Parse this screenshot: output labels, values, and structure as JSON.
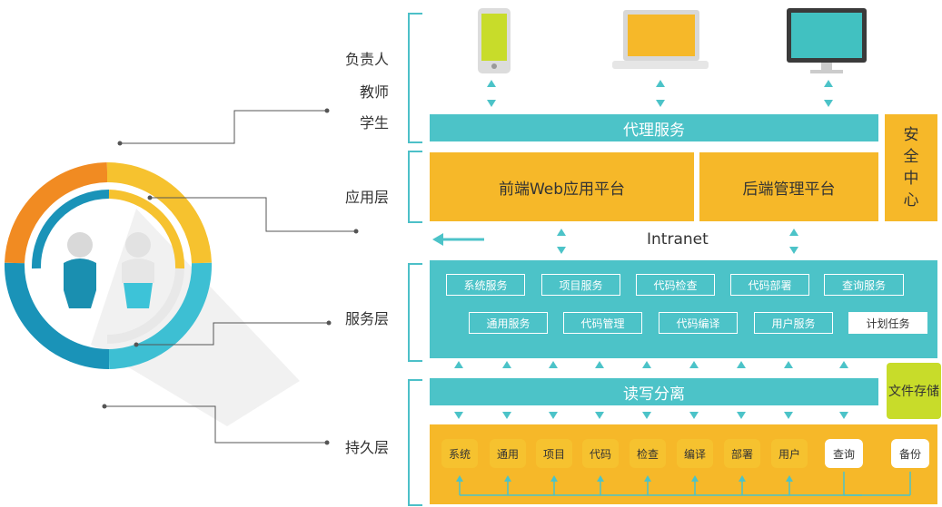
{
  "users": {
    "line1": "负责人",
    "line2": "教师",
    "line3": "学生"
  },
  "layers": {
    "application": "应用层",
    "service": "服务层",
    "persistence": "持久层"
  },
  "proxy_service": "代理服务",
  "security_center": [
    "安",
    "全",
    "中",
    "心"
  ],
  "frontend_platform": "前端Web应用平台",
  "backend_platform": "后端管理平台",
  "intranet": "Intranet",
  "services_row1": [
    "系统服务",
    "项目服务",
    "代码检查",
    "代码部署",
    "查询服务"
  ],
  "services_row2": [
    "通用服务",
    "代码管理",
    "代码编译",
    "用户服务",
    "计划任务"
  ],
  "read_write_split": "读写分离",
  "file_storage": "文件存储",
  "persistence_items": [
    "系统",
    "通用",
    "项目",
    "代码",
    "检查",
    "编译",
    "部署",
    "用户",
    "查询",
    "备份"
  ],
  "devices": [
    "phone-icon",
    "laptop-icon",
    "monitor-icon"
  ],
  "colors": {
    "teal": "#4cc3c8",
    "orange": "#f6b829",
    "lime": "#c8dc2a",
    "dark-teal": "#1a93b8"
  }
}
